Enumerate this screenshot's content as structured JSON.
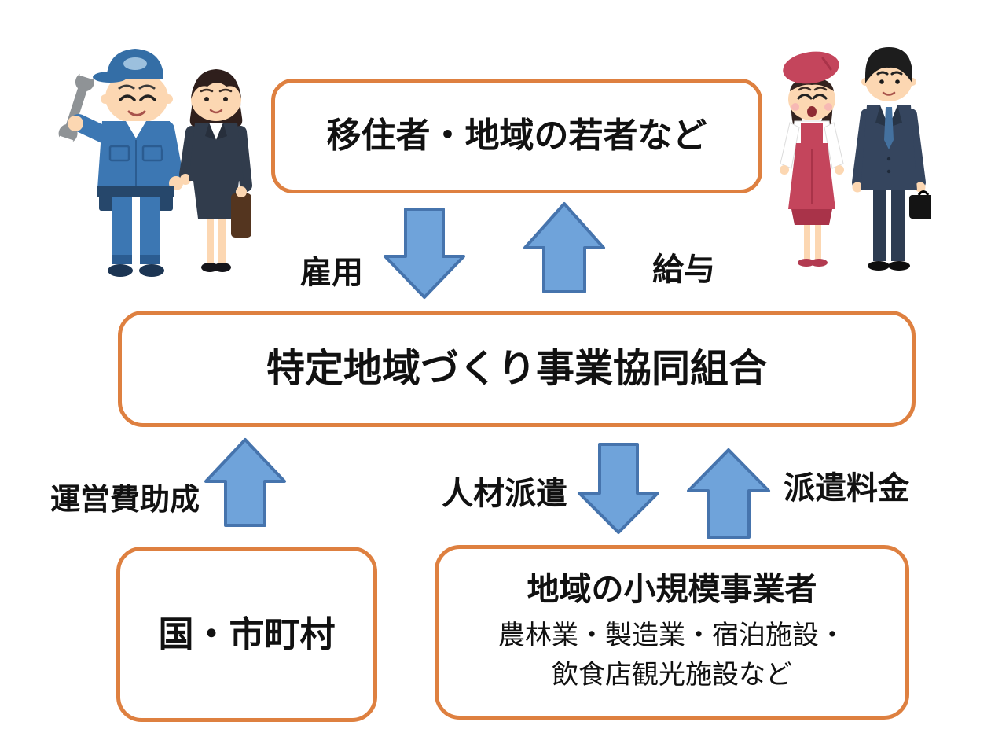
{
  "page": {
    "background": "#FFFFFF"
  },
  "colors": {
    "box_border_orange": "#DE8040",
    "arrow_fill_blue": "#6FA3DA",
    "arrow_stroke_blue": "#4674AD",
    "text_black": "#111111"
  },
  "boxes": {
    "top": {
      "label": "移住者・地域の若者など"
    },
    "middle": {
      "label": "特定地域づくり事業協同組合"
    },
    "bottom_left": {
      "label": "国・市町村"
    },
    "bottom_right": {
      "title": "地域の小規模事業者",
      "subtitle_line1": "農林業・製造業・宿泊施設・",
      "subtitle_line2": "飲食店観光施設など"
    }
  },
  "arrows": {
    "employment": {
      "label": "雇用",
      "direction": "down"
    },
    "salary": {
      "label": "給与",
      "direction": "up"
    },
    "operating_subsidy": {
      "label": "運営費助成",
      "direction": "up"
    },
    "staff_dispatch": {
      "label": "人材派遣",
      "direction": "down"
    },
    "dispatch_fee": {
      "label": "派遣料金",
      "direction": "up"
    }
  },
  "illustrations": {
    "left": {
      "name": "mechanic-and-businesswoman-illustration"
    },
    "right": {
      "name": "shopkeeper-and-businessman-illustration"
    }
  }
}
